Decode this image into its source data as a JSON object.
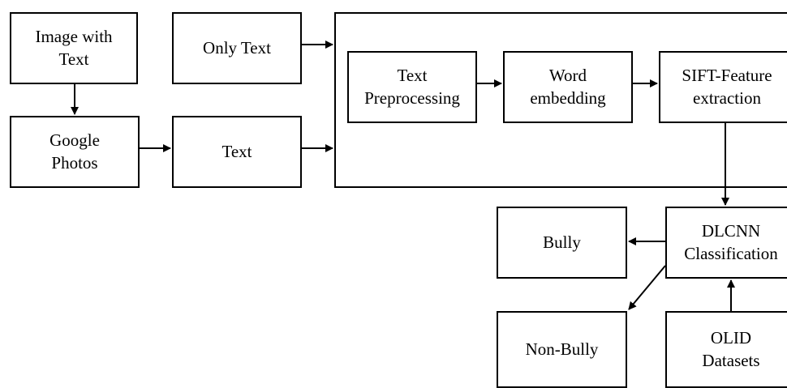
{
  "nodes": {
    "image_with_text": "Image with\nText",
    "only_text": "Only Text",
    "google_photos": "Google\nPhotos",
    "text": "Text",
    "text_preprocessing": "Text\nPreprocessing",
    "word_embedding": "Word\nembedding",
    "sift_feature": "SIFT-Feature\nextraction",
    "bully": "Bully",
    "dlcnn": "DLCNN\nClassification",
    "non_bully": "Non-Bully",
    "olid": "OLID\nDatasets"
  },
  "edges": [
    {
      "from": "image_with_text",
      "to": "google_photos"
    },
    {
      "from": "google_photos",
      "to": "text"
    },
    {
      "from": "only_text",
      "to": "processing_block"
    },
    {
      "from": "text",
      "to": "processing_block"
    },
    {
      "from": "text_preprocessing",
      "to": "word_embedding"
    },
    {
      "from": "word_embedding",
      "to": "sift_feature"
    },
    {
      "from": "sift_feature",
      "to": "dlcnn"
    },
    {
      "from": "dlcnn",
      "to": "bully"
    },
    {
      "from": "dlcnn",
      "to": "non_bully"
    },
    {
      "from": "olid",
      "to": "dlcnn"
    }
  ]
}
